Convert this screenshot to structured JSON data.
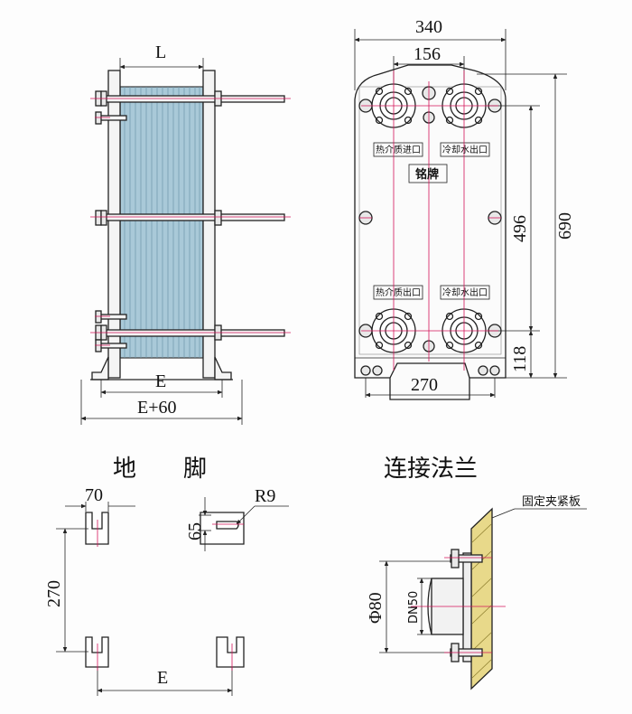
{
  "side_view": {
    "dim_L": "L",
    "dim_E": "E",
    "dim_E60": "E+60"
  },
  "front_view": {
    "dim_width": "340",
    "dim_port_spacing": "156",
    "dim_height_total": "690",
    "dim_port_vertical": "496",
    "dim_bottom": "118",
    "dim_foot_span": "270",
    "label_hot_in": "热介质进口",
    "label_cool_out": "冷却水出口",
    "label_hot_out": "热介质出口",
    "label_cool_in": "冷却水出口",
    "nameplate": "铭牌"
  },
  "feet_view": {
    "title": "地　　脚",
    "dim_slot": "70",
    "dim_slot_len": "65",
    "dim_radius": "R9",
    "dim_spacing_v": "270",
    "dim_spacing_h": "E"
  },
  "flange_view": {
    "title": "连接法兰",
    "label_fixed_plate": "固定夹紧板",
    "dim_phi": "Φ80",
    "dim_dn": "DN50"
  },
  "colors": {
    "line": "#222222",
    "plates": "#a9c9d8",
    "plate_lines": "#6f96aa",
    "center_line": "#d4145a",
    "flange_plate": "#e8d98a"
  }
}
